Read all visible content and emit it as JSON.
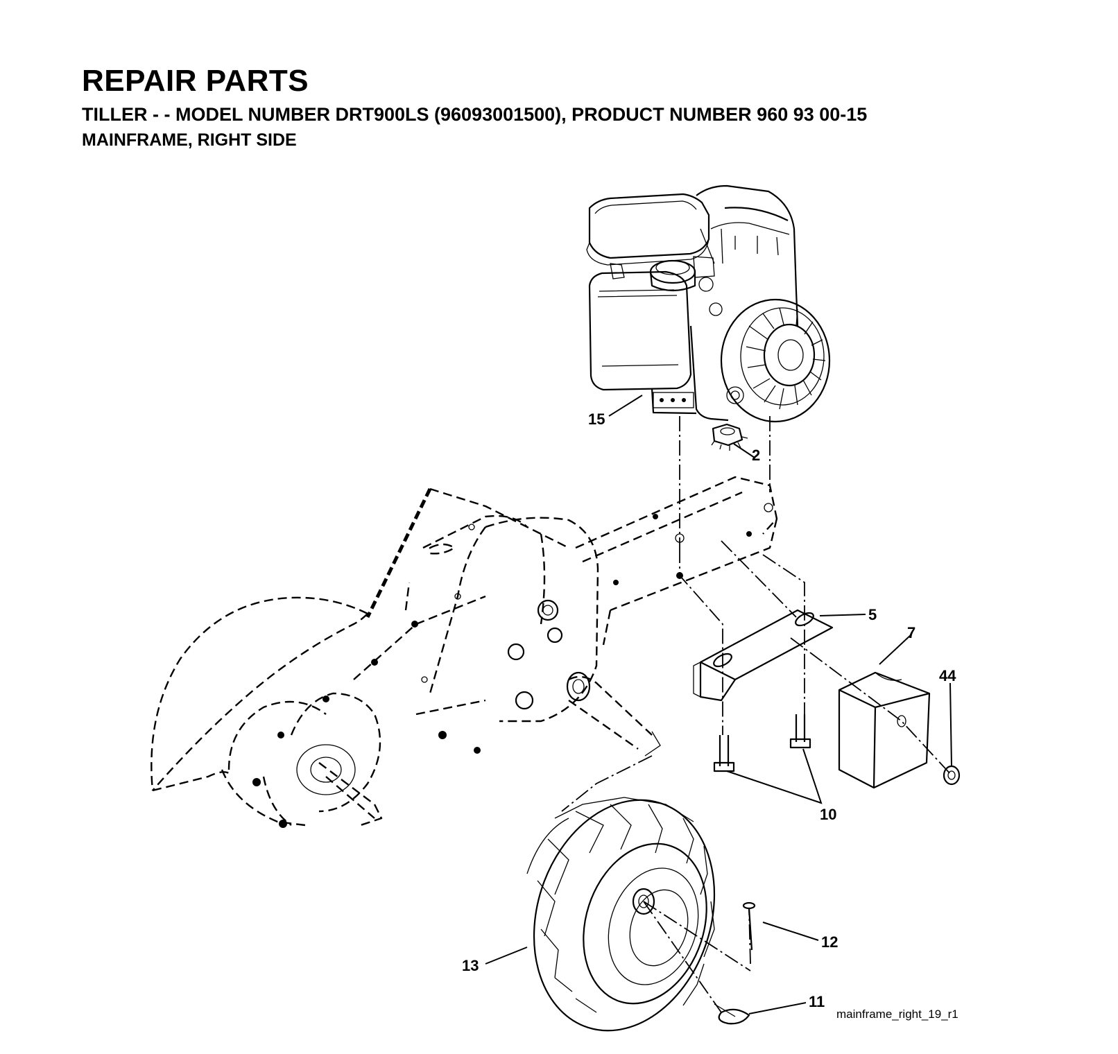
{
  "header": {
    "title": "REPAIR PARTS",
    "subtitle": "TILLER - - MODEL NUMBER DRT900LS (96093001500), PRODUCT NUMBER 960 93 00-15",
    "section": "MAINFRAME, RIGHT SIDE"
  },
  "callouts": [
    "15",
    "2",
    "5",
    "7",
    "44",
    "10",
    "12",
    "13",
    "11"
  ],
  "drawing_ref": "mainframe_right_19_r1"
}
